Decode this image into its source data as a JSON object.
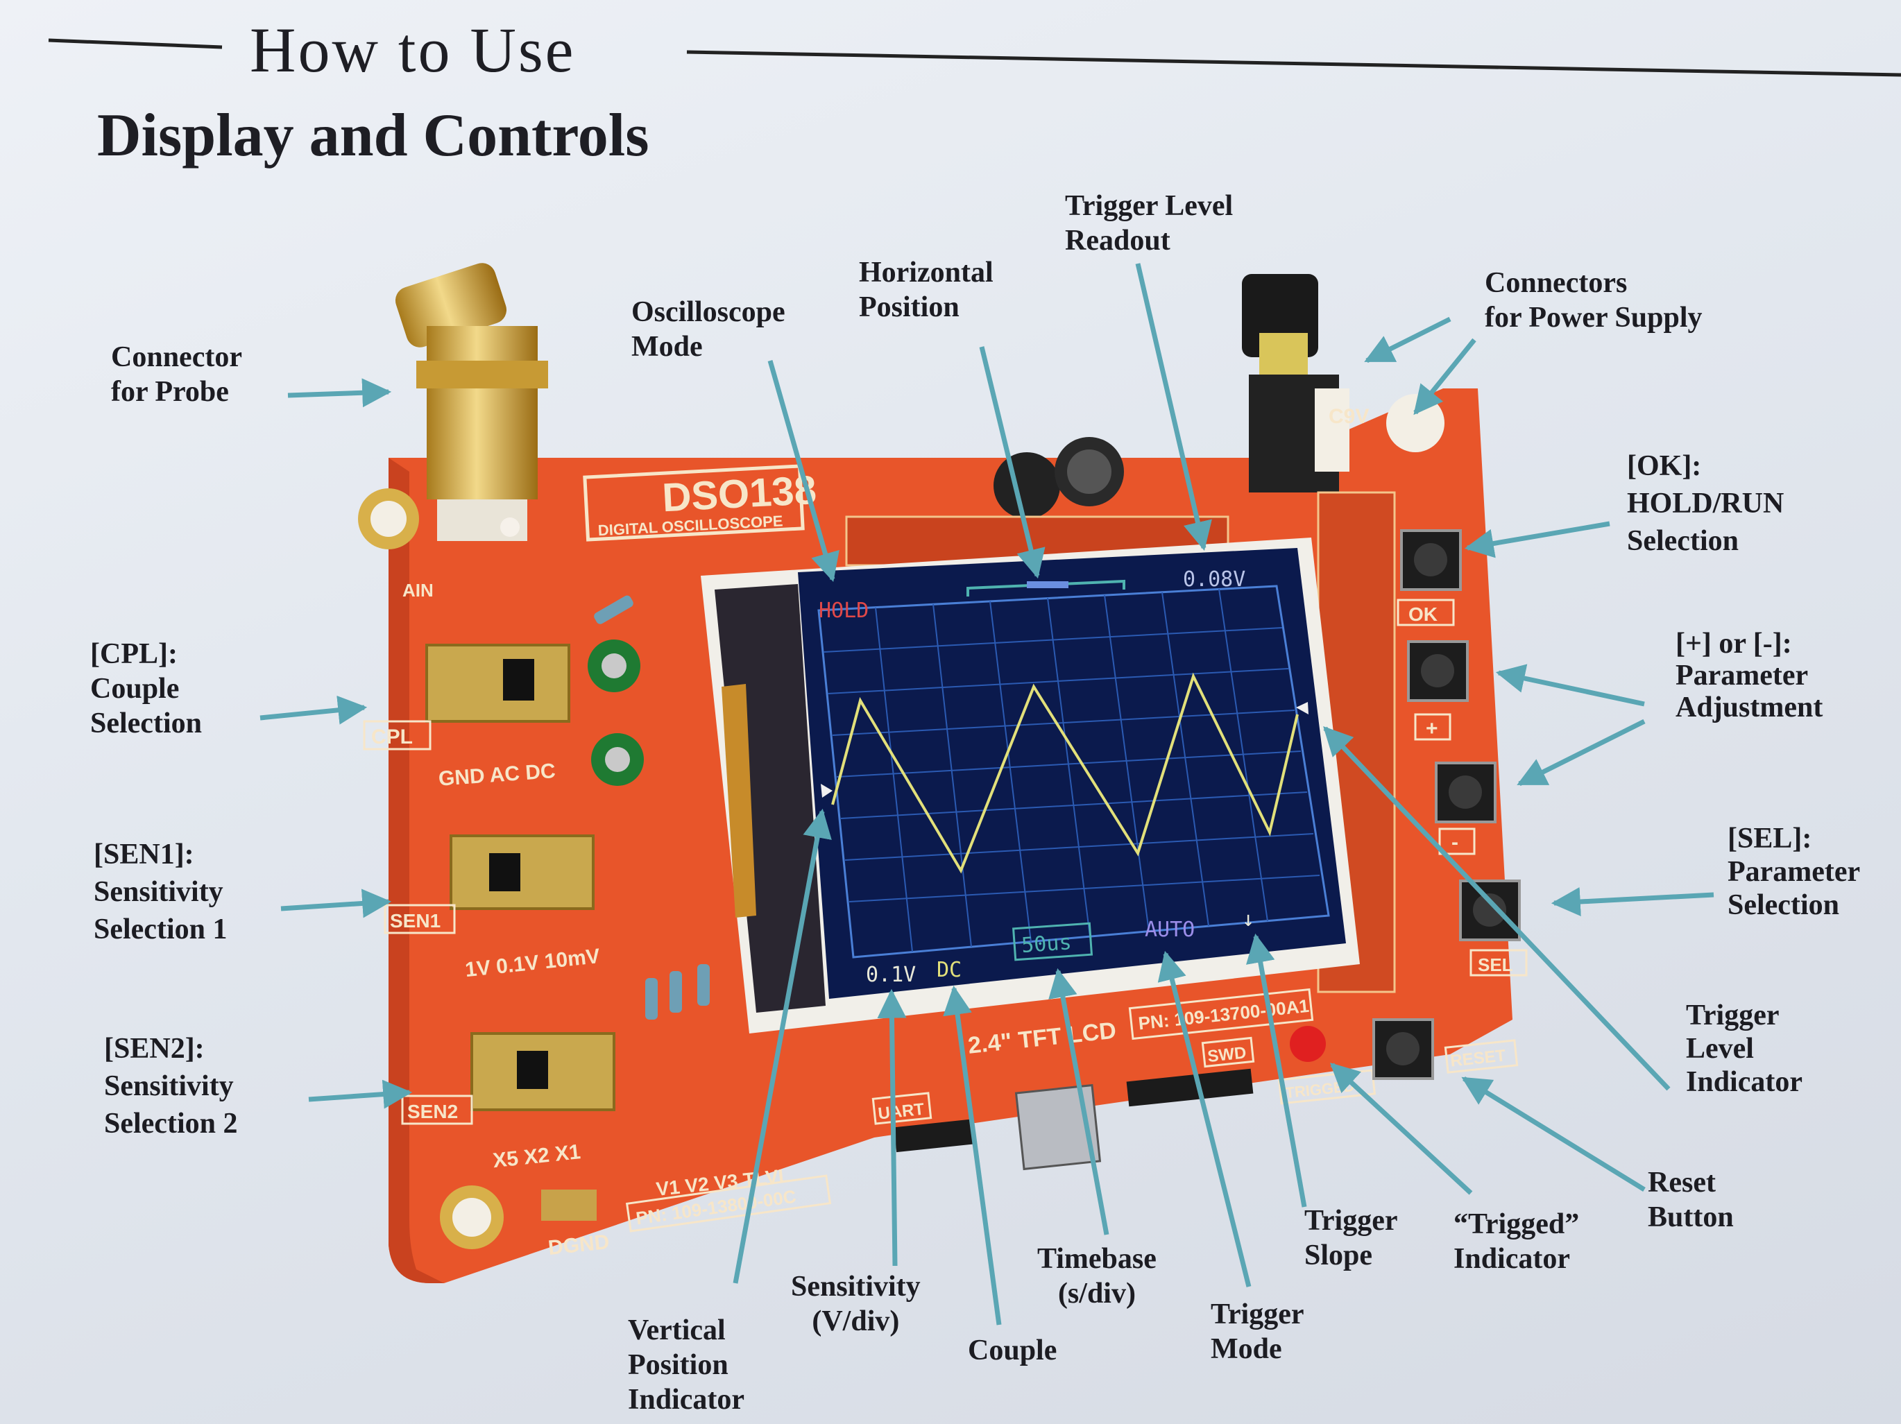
{
  "header": {
    "heading": "How to Use",
    "subheading": "Display and Controls"
  },
  "callouts": {
    "connector_probe": "Connector\nfor Probe",
    "oscilloscope_mode": "Oscilloscope\nMode",
    "horizontal_position": "Horizontal\nPosition",
    "trigger_level_readout": "Trigger Level\nReadout",
    "connectors_power": "Connectors\nfor Power Supply",
    "ok_button": "[OK]:\nHOLD/RUN\nSelection",
    "plus_minus": "[+] or [-]:\nParameter\nAdjustment",
    "sel_button": "[SEL]:\nParameter\nSelection",
    "cpl": "[CPL]:\nCouple\nSelection",
    "sen1": "[SEN1]:\nSensitivity\nSelection 1",
    "sen2": "[SEN2]:\nSensitivity\nSelection 2",
    "trigger_level_indicator": "Trigger\nLevel\nIndicator",
    "reset_button": "Reset\nButton",
    "trigged_indicator": "“Trigged”\nIndicator",
    "trigger_slope": "Trigger\nSlope",
    "trigger_mode": "Trigger\nMode",
    "timebase": "Timebase\n(s/div)",
    "couple": "Couple",
    "sensitivity": "Sensitivity\n(V/div)",
    "vertical_position": "Vertical\nPosition\nIndicator"
  },
  "board": {
    "model": "DSO138",
    "model_sub": "DIGITAL OSCILLOSCOPE",
    "pn_top": "PN: 109-13700-00A1",
    "pn_bottom": "PN: 109-13800-00C",
    "lcd_label": "2.4\" TFT LCD",
    "power_label": "C9V",
    "cpl_switch": "CPL",
    "sen1_switch": "SEN1",
    "sen2_switch": "SEN2",
    "cpl_options": "GND  AC  DC",
    "sen1_options": "1V  0.1V  10mV",
    "sen2_options": "X5  X2  X1",
    "btn_ok": "OK",
    "btn_plus": "+",
    "btn_minus": "-",
    "btn_sel": "SEL",
    "btn_reset": "RESET",
    "trigged_led": "TRIGGED",
    "dgnd": "DGND",
    "uart": "UART",
    "swd": "SWD",
    "ain": "AIN",
    "test_points": "V1   V2   V3   TLVL"
  },
  "screen": {
    "mode": "HOLD",
    "trigger_level": "0.08V",
    "sensitivity": "0.1V",
    "couple": "DC",
    "timebase": "50us",
    "trigger_mode": "AUTO",
    "trigger_slope": "↓"
  },
  "colors": {
    "pcb": "#e8552a",
    "arrow": "#5aa6b4",
    "screen_bg": "#0b1a4d",
    "trace": "#e2e07a",
    "hold_red": "#e04848"
  }
}
